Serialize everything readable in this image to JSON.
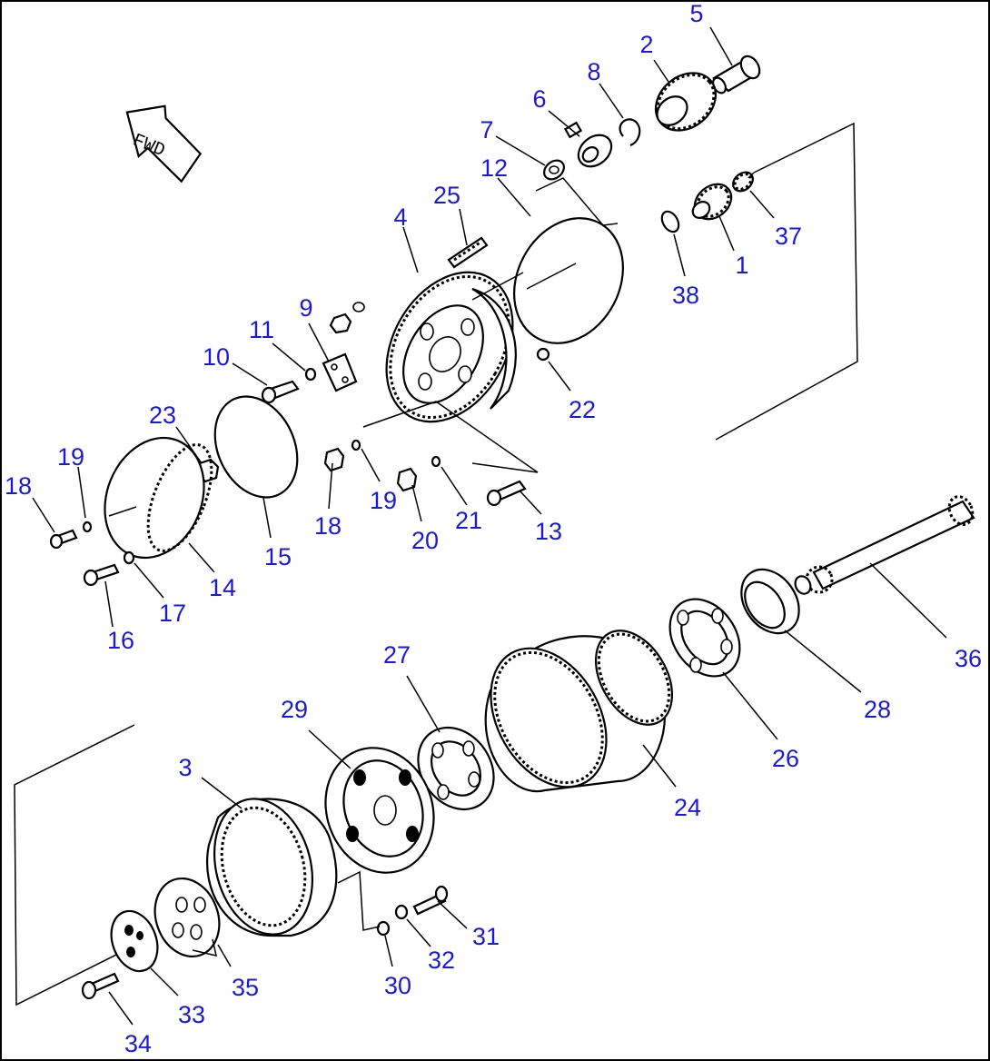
{
  "badge": {
    "text": "FWD"
  },
  "callouts": [
    {
      "id": "1",
      "text": "1"
    },
    {
      "id": "2",
      "text": "2"
    },
    {
      "id": "3",
      "text": "3"
    },
    {
      "id": "4",
      "text": "4"
    },
    {
      "id": "5",
      "text": "5"
    },
    {
      "id": "6",
      "text": "6"
    },
    {
      "id": "7",
      "text": "7"
    },
    {
      "id": "8",
      "text": "8"
    },
    {
      "id": "9",
      "text": "9"
    },
    {
      "id": "10",
      "text": "10"
    },
    {
      "id": "11",
      "text": "11"
    },
    {
      "id": "12",
      "text": "12"
    },
    {
      "id": "13",
      "text": "13"
    },
    {
      "id": "14",
      "text": "14"
    },
    {
      "id": "15",
      "text": "15"
    },
    {
      "id": "16",
      "text": "16"
    },
    {
      "id": "17",
      "text": "17"
    },
    {
      "id": "18a",
      "text": "18"
    },
    {
      "id": "18b",
      "text": "18"
    },
    {
      "id": "19a",
      "text": "19"
    },
    {
      "id": "19b",
      "text": "19"
    },
    {
      "id": "20",
      "text": "20"
    },
    {
      "id": "21",
      "text": "21"
    },
    {
      "id": "22",
      "text": "22"
    },
    {
      "id": "23",
      "text": "23"
    },
    {
      "id": "24",
      "text": "24"
    },
    {
      "id": "25",
      "text": "25"
    },
    {
      "id": "26",
      "text": "26"
    },
    {
      "id": "27",
      "text": "27"
    },
    {
      "id": "28",
      "text": "28"
    },
    {
      "id": "29",
      "text": "29"
    },
    {
      "id": "30",
      "text": "30"
    },
    {
      "id": "31",
      "text": "31"
    },
    {
      "id": "32",
      "text": "32"
    },
    {
      "id": "33",
      "text": "33"
    },
    {
      "id": "34",
      "text": "34"
    },
    {
      "id": "35",
      "text": "35"
    },
    {
      "id": "36",
      "text": "36"
    },
    {
      "id": "37",
      "text": "37"
    },
    {
      "id": "38",
      "text": "38"
    }
  ],
  "colors": {
    "callout": "#1a1ad6",
    "line": "#000000",
    "background": "#ffffff"
  }
}
